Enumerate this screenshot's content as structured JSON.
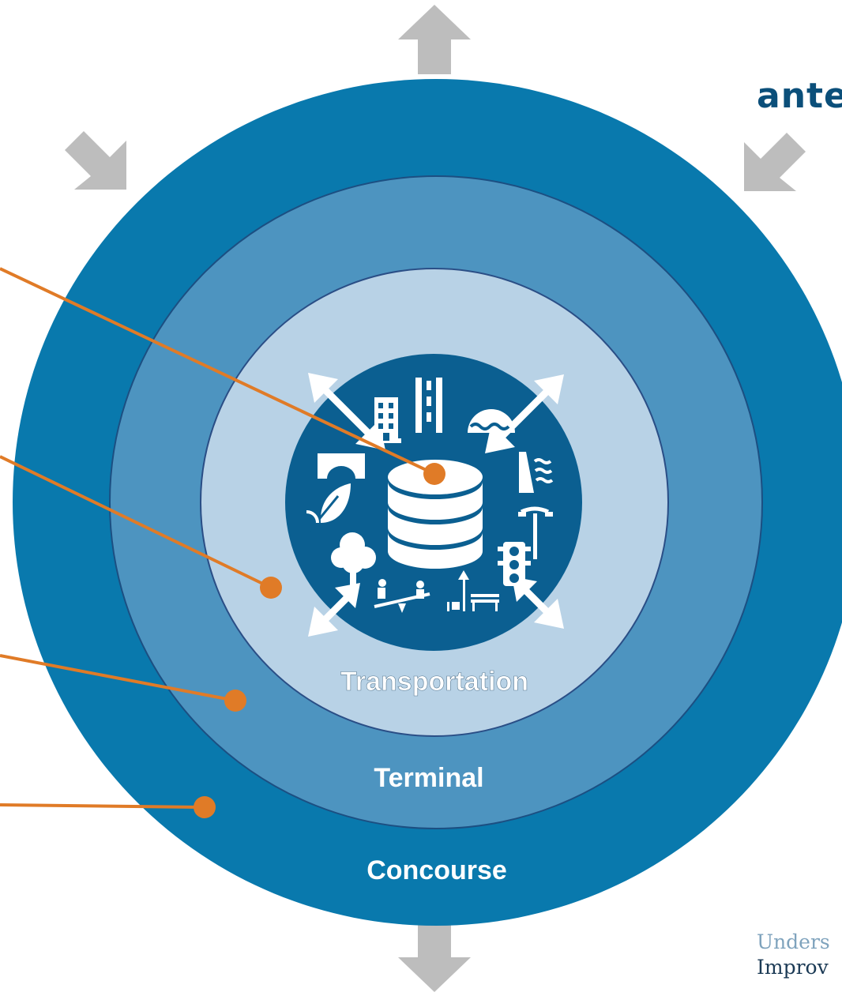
{
  "brand": {
    "text": "ante"
  },
  "tagline": {
    "line1": "Unders",
    "line2": "Improv"
  },
  "rings": {
    "outer": "Concourse",
    "middle": "Terminal",
    "inner": "Transportation"
  },
  "colors": {
    "outer_ring": "#0979ad",
    "middle_ring": "#4d94c0",
    "inner_ring": "#b8d2e6",
    "core": "#0b5f91",
    "connector": "#e07b27",
    "arrow": "#bdbdbd"
  },
  "core_icons": [
    "database-icon",
    "building-icon",
    "road-icon",
    "water-icon",
    "dam-icon",
    "bridge-icon",
    "leaf-icon",
    "streetlight-icon",
    "traffic-light-icon",
    "tree-icon",
    "playground-icon",
    "bench-icon"
  ]
}
